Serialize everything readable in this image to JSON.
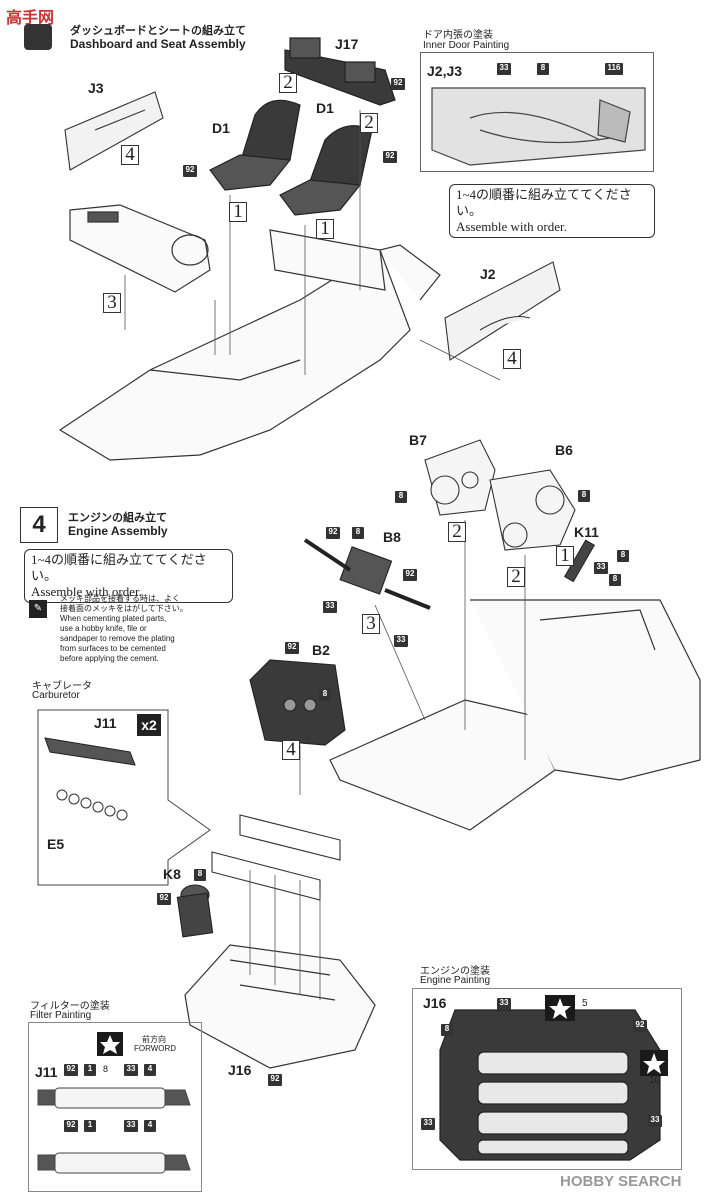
{
  "watermark_top": {
    "logo_text": "高手网",
    "sub": ""
  },
  "section3": {
    "title_jp": "ダッシュボードとシートの組み立て",
    "title_en": "Dashboard and Seat Assembly"
  },
  "inner_door": {
    "title_jp": "ドア内張の塗装",
    "title_en": "Inner Door Painting",
    "part_label": "J2,J3",
    "codes": [
      "33",
      "8",
      "116"
    ]
  },
  "order_note_1": {
    "jp": "1~4の順番に組み立ててください。",
    "en": "Assemble with order."
  },
  "section4": {
    "number": "4",
    "title_jp": "エンジンの組み立て",
    "title_en": "Engine Assembly"
  },
  "order_note_2": {
    "jp": "1~4の順番に組み立ててください。",
    "en": "Assemble with order."
  },
  "plating_note": {
    "jp_lines": [
      "メッキ部品を接着する時は、よく",
      "接着面のメッキをはがして下さい。"
    ],
    "en_lines": [
      "When cementing plated parts,",
      "use a hobby knife, file or",
      "sandpaper to remove the plating",
      "from surfaces to be cemented",
      "before applying the cement."
    ]
  },
  "carburetor": {
    "title_jp": "キャブレータ",
    "title_en": "Carburetor",
    "part": "J11",
    "multiplier": "x2",
    "part2": "E5"
  },
  "filter_painting": {
    "title_jp": "フィルターの塗装",
    "title_en": "Filter Painting",
    "part": "J11",
    "direction_jp": "前方向",
    "direction_en": "FORWORD",
    "codes": [
      "92",
      "1",
      "8",
      "33",
      "4"
    ]
  },
  "engine_painting": {
    "title_jp": "エンジンの塗装",
    "title_en": "Engine Painting",
    "part": "J16",
    "codes": [
      "8",
      "33",
      "92",
      "5",
      "10",
      "33",
      "33"
    ]
  },
  "part_labels": {
    "J17": "J17",
    "D1a": "D1",
    "D1b": "D1",
    "J3": "J3",
    "J2": "J2",
    "B7": "B7",
    "B6": "B6",
    "K11": "K11",
    "B8": "B8",
    "B2": "B2",
    "K8": "K8",
    "J16": "J16",
    "J11": "J11",
    "E5": "E5"
  },
  "step_markers": {
    "one": "1",
    "two": "2",
    "three": "3",
    "four": "4"
  },
  "paint_codes": {
    "c92": "92",
    "c8": "8",
    "c33": "33",
    "c116": "116"
  },
  "footer_watermark": {
    "text": "HOBBY SEARCH"
  },
  "colors": {
    "ink": "#222222",
    "dark_part": "#3a3a3a",
    "panel_fill": "#d9d9d9",
    "star": "#1a1a1a"
  }
}
